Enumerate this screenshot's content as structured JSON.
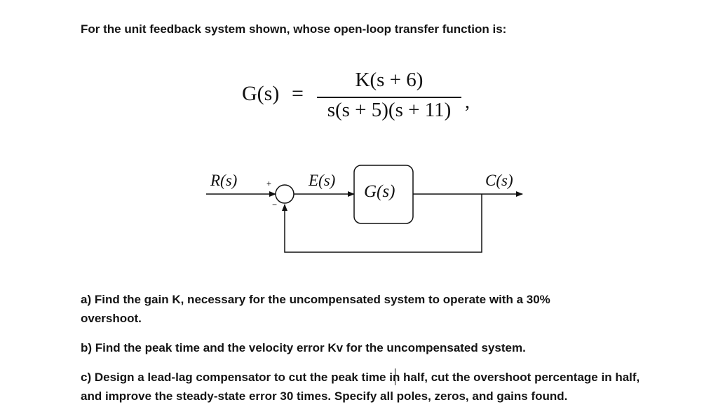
{
  "intro_text": "For the unit feedback system shown, whose open-loop transfer function is:",
  "equation": {
    "lhs": "G(s)",
    "equals": "=",
    "numerator": "K(s + 6)",
    "denominator": "s(s + 5)(s + 11)",
    "trailing": ","
  },
  "diagram": {
    "input_label": "R(s)",
    "error_label": "E(s)",
    "output_label": "C(s)",
    "block_label": "G(s)",
    "plus_sign": "+",
    "minus_sign": "−"
  },
  "questions": {
    "a": "a) Find the gain K, necessary for the uncompensated system to operate with a 30% overshoot.",
    "b": "b) Find the peak time and the velocity error Kv for the uncompensated system.",
    "c": "c) Design a lead-lag compensator to cut the peak time in half, cut the overshoot percentage in half, and improve the steady-state error 30 times. Specify all poles, zeros, and gains found."
  }
}
